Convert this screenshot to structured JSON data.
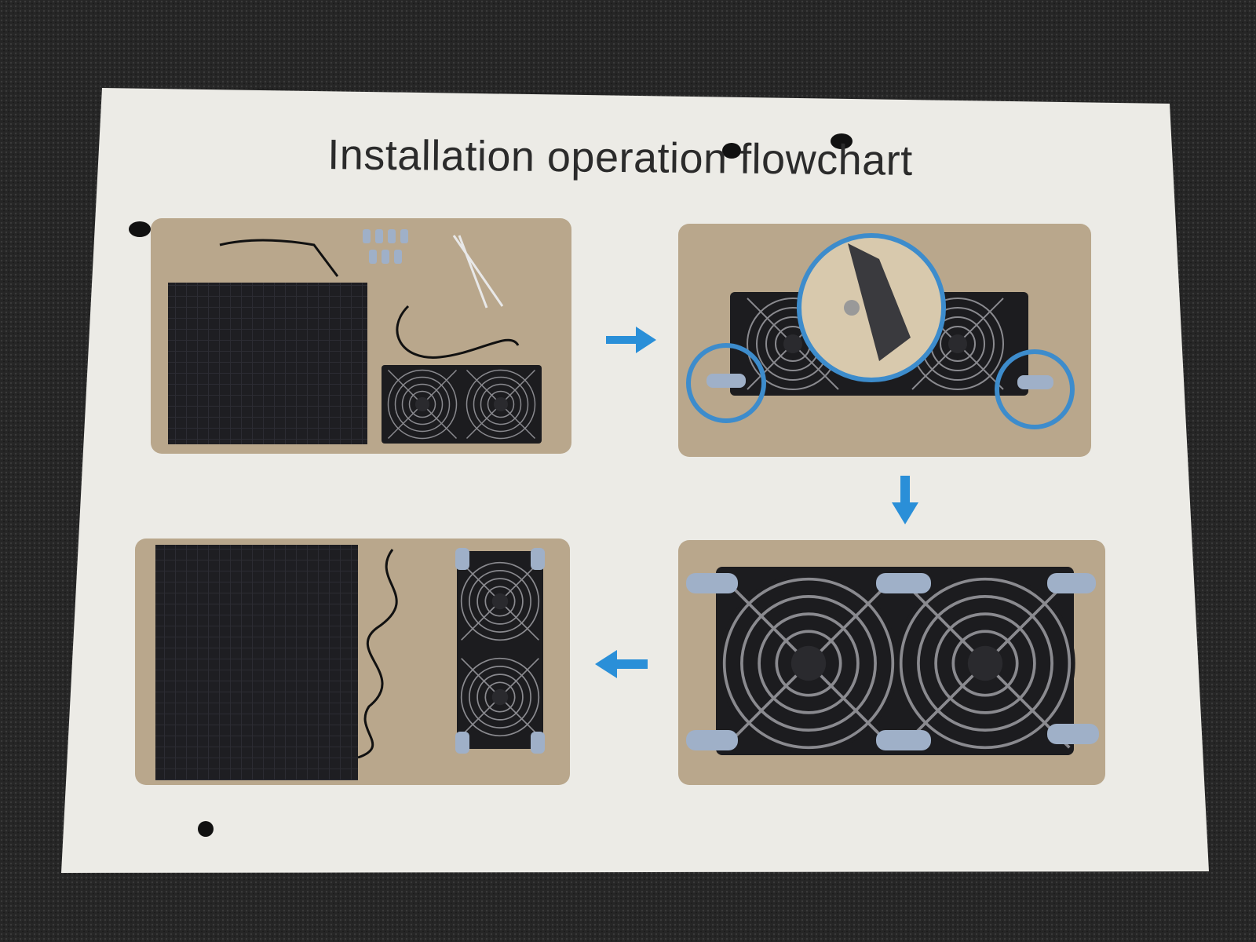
{
  "document": {
    "title": "Installation operation flowchart"
  },
  "colors": {
    "background": "#262626",
    "paper": "#ecebe6",
    "arrow": "#2a8fd8",
    "photo_bg": "#b9a78c",
    "highlight_circle": "#3d8ccc"
  },
  "steps": [
    {
      "name": "components-overview",
      "icon": "solar-panel-and-fans"
    },
    {
      "name": "attach-brackets",
      "icon": "bracket-detail"
    },
    {
      "name": "mount-fans",
      "icon": "twin-fans"
    },
    {
      "name": "connect-panel",
      "icon": "panel-with-fans"
    }
  ]
}
